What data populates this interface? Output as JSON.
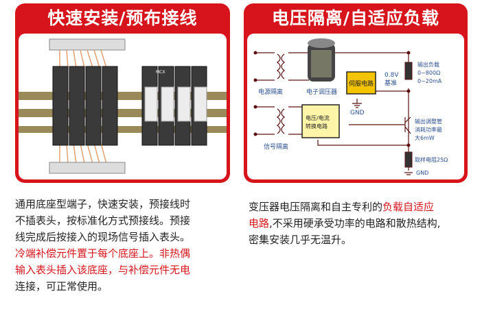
{
  "left_panel": {
    "title": "快速安装/预布接线",
    "module_label": "MCX"
  },
  "right_panel": {
    "title": "电压隔离/自适应负载",
    "labels": {
      "power_isolation": "电源隔离",
      "electronic_regulator": "电子调压器",
      "servo": "伺服电路",
      "ref_voltage": "0.8V",
      "ref_label": "基准",
      "gnd1": "GND",
      "converter_line1": "电压/电流",
      "converter_line2": "转换电路",
      "signal_isolation": "信号隔离",
      "load_line1": "输出负载",
      "load_line2": "0~800Ω",
      "load_line3": "0~20mA",
      "tube_line1": "输出调整管",
      "tube_line2": "消耗功率最",
      "tube_line3": "大6mW",
      "sample_res": "取样电阻25Ω",
      "gnd2": "GND"
    }
  },
  "left_text": {
    "line1": "通用底座型端子，快速安装，预接线时",
    "line2": "不插表头，按标准化方式预接线。预接",
    "line3": "线完成后按接入的现场信号插入表头。",
    "line4": "冷端补偿元件置于每个底座上。非热偶",
    "line5": "输入表头插入该底座，与补偿元件无电",
    "line6": "连接，可正常使用。"
  },
  "right_text": {
    "part1": "变压器电压隔离和自主专利的",
    "part2_red": "负载自适应",
    "part3_red": "电路",
    "part4": ",不采用硬承受功率的电路和散热结构,",
    "line3": "密集安装几乎无温升。"
  },
  "colors": {
    "brand_red": "#d7141c",
    "label_blue": "#2a4f8f",
    "servo_yellow": "#f5c400",
    "converter_yellow": "#fff5a8"
  }
}
